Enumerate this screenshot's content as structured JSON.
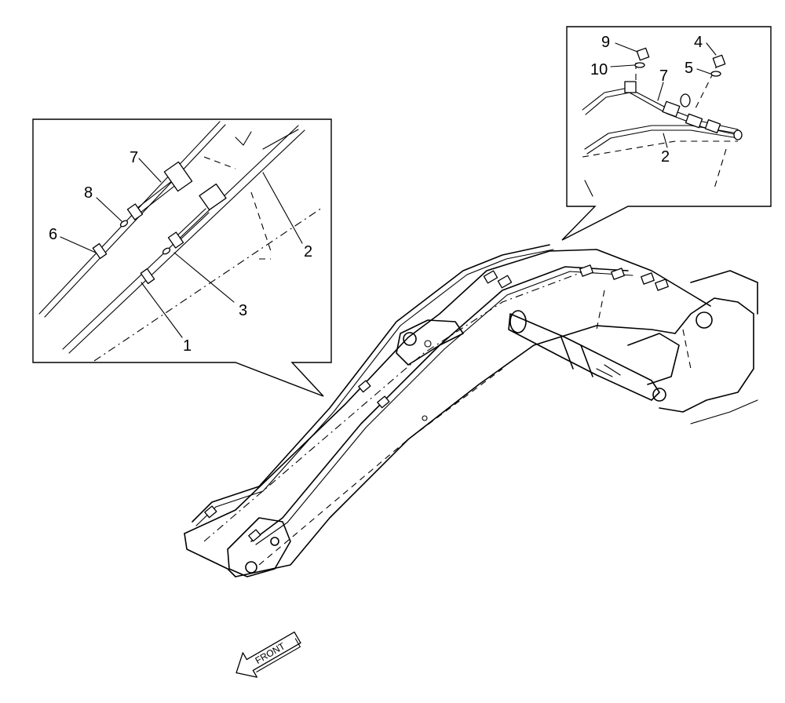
{
  "callouts": {
    "left_detail": {
      "c1": "1",
      "c2": "2",
      "c3": "3",
      "c6": "6",
      "c7": "7",
      "c8": "8"
    },
    "right_detail": {
      "c2": "2",
      "c4": "4",
      "c5": "5",
      "c7": "7",
      "c9": "9",
      "c10": "10"
    }
  },
  "direction_arrow": {
    "label": "FRONT"
  }
}
